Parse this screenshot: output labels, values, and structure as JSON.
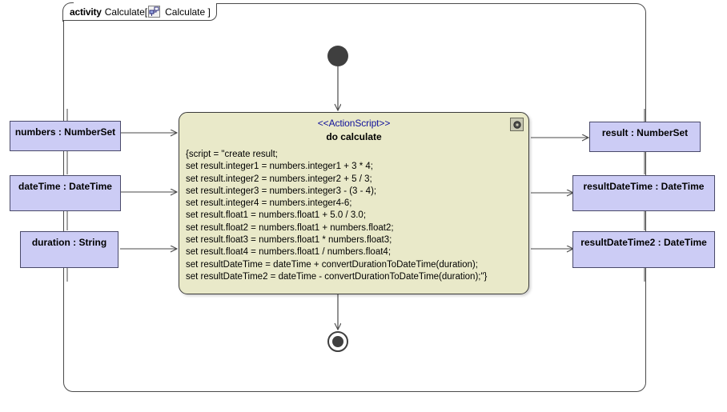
{
  "frame": {
    "keyword": "activity",
    "name": "Calculate[",
    "icon": "activity-diagram-icon",
    "inner_name": "Calculate ]"
  },
  "action_node": {
    "stereotype": "<<ActionScript>>",
    "title": "do calculate",
    "badge_icon": "action-script-badge-icon",
    "script_lines": [
      "{script = \"create result;",
      "set result.integer1 = numbers.integer1 + 3 * 4;",
      "set result.integer2 = numbers.integer2 + 5 / 3;",
      "set result.integer3 = numbers.integer3 - (3 - 4);",
      "set result.integer4 = numbers.integer4-6;",
      "set result.float1 = numbers.float1 + 5.0 / 3.0;",
      "set result.float2 = numbers.float1 + numbers.float2;",
      "set result.float3 = numbers.float1 * numbers.float3;",
      "set result.float4 = numbers.float1 / numbers.float4;",
      "set resultDateTime = dateTime + convertDurationToDateTime(duration);",
      "set resultDateTime2 = dateTime - convertDurationToDateTime(duration);\"}"
    ]
  },
  "input_pins": [
    {
      "label": "numbers : NumberSet"
    },
    {
      "label": "dateTime : DateTime"
    },
    {
      "label": "duration : String"
    }
  ],
  "output_pins": [
    {
      "label": "result : NumberSet"
    },
    {
      "label": "resultDateTime : DateTime"
    },
    {
      "label": "resultDateTime2 : DateTime"
    }
  ],
  "control_nodes": {
    "initial": "initial-node",
    "final": "activity-final-node"
  },
  "colors": {
    "pin_fill": "#ccccf5",
    "action_fill": "#e9e9c9",
    "stereotype_text": "#10109a",
    "node_stroke": "#3a3a3a"
  }
}
